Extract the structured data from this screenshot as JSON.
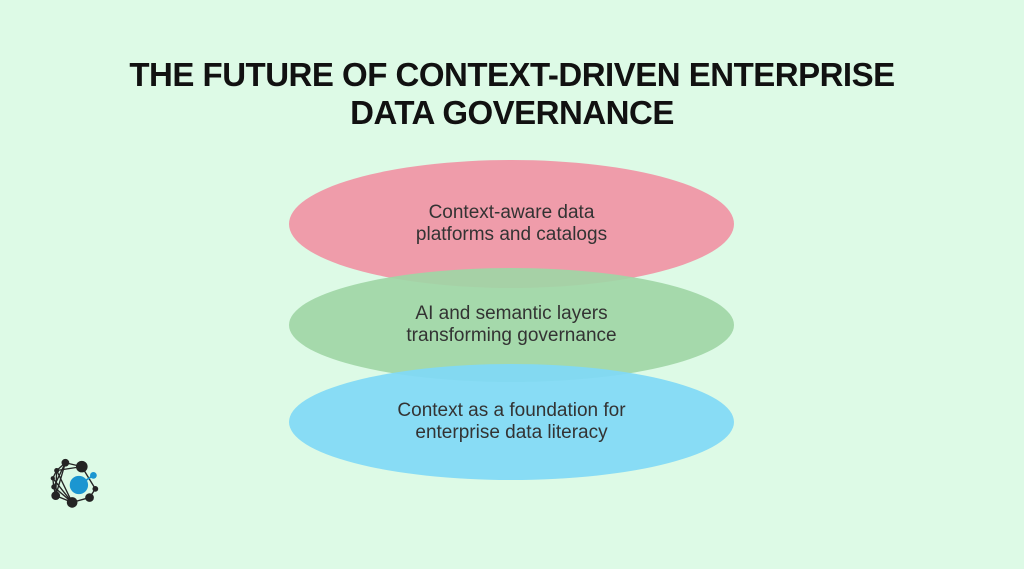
{
  "page": {
    "background_color": "#ddfae6"
  },
  "title": {
    "line1": "THE FUTURE OF CONTEXT-DRIVEN ENTERPRISE",
    "line2": "DATA GOVERNANCE",
    "color": "#111111"
  },
  "diagram": {
    "type": "stacked-ellipses",
    "text_color": "#333333",
    "items": [
      {
        "line1": "Context-aware data",
        "line2": "platforms and catalogs",
        "color": "#f094a5"
      },
      {
        "line1": "AI and semantic layers",
        "line2": "transforming governance",
        "color": "#a0d6a6"
      },
      {
        "line1": "Context as a foundation for",
        "line2": "enterprise data literacy",
        "color": "#80d9f6"
      }
    ]
  },
  "logo": {
    "name": "network-graph-logo",
    "node_color": "#242424",
    "accent_color": "#1b96d1"
  }
}
